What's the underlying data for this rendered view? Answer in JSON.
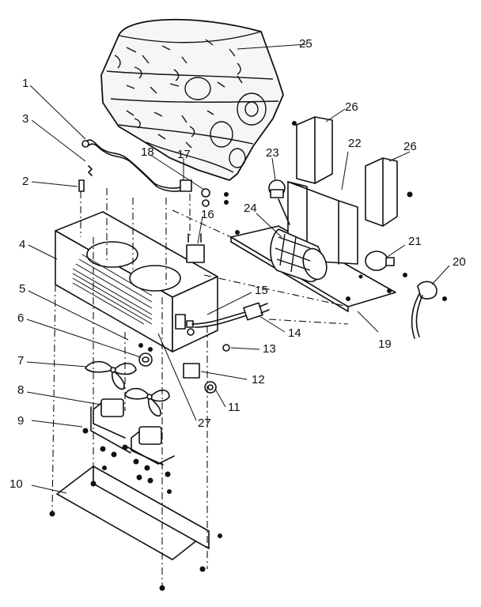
{
  "callouts": {
    "c1": "1",
    "c2": "2",
    "c3": "3",
    "c4": "4",
    "c5": "5",
    "c6": "6",
    "c7": "7",
    "c8": "8",
    "c9": "9",
    "c10": "10",
    "c11": "11",
    "c12": "12",
    "c13": "13",
    "c14": "14",
    "c15": "15",
    "c16": "16",
    "c17": "17",
    "c18": "18",
    "c19": "19",
    "c20": "20",
    "c21": "21",
    "c22": "22",
    "c23": "23",
    "c24": "24",
    "c25": "25",
    "c26a": "26",
    "c26b": "26",
    "c27": "27"
  }
}
